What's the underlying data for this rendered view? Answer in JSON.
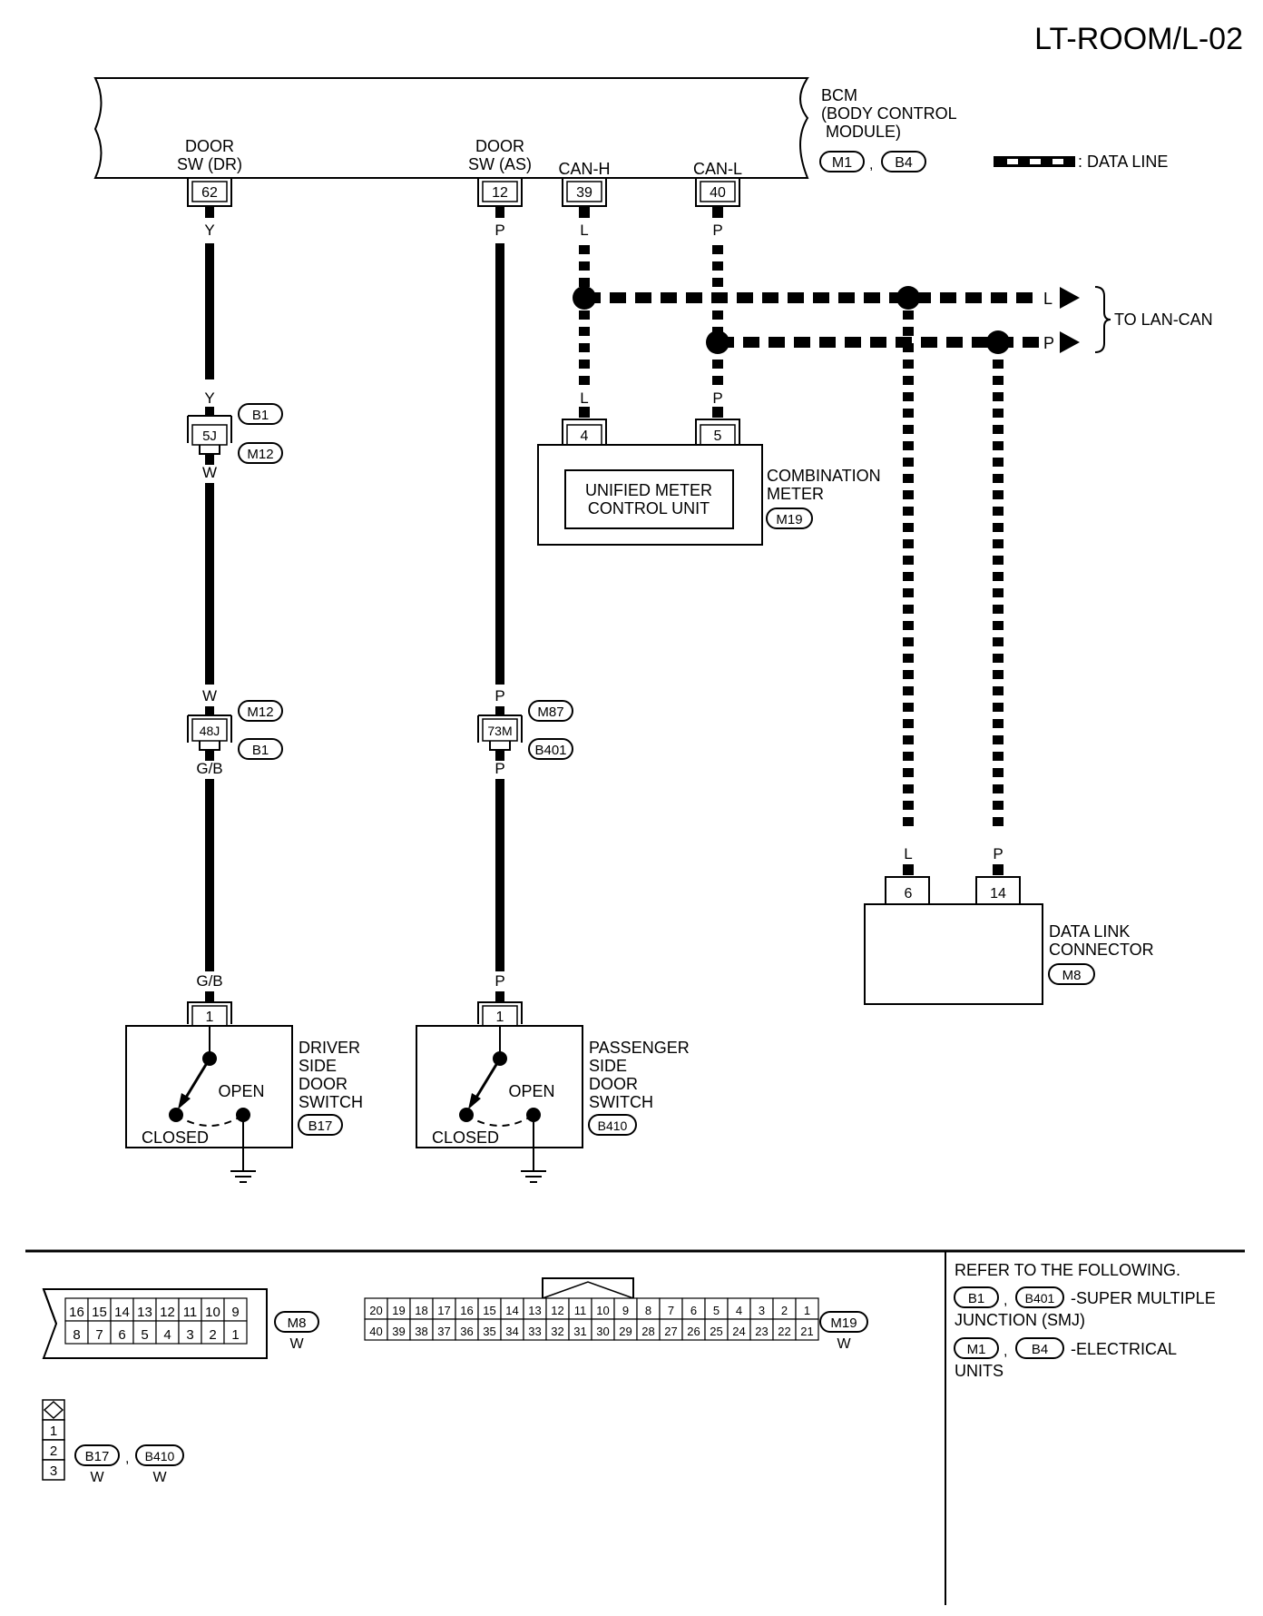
{
  "page_code": "LT-ROOM/L-02",
  "bcm": {
    "name": "BCM",
    "full_name_line1": "(BODY CONTROL",
    "full_name_line2": "MODULE)",
    "connectors": [
      "M1",
      "B4"
    ],
    "terminals": [
      {
        "label_line1": "DOOR",
        "label_line2": "SW (DR)",
        "pin": "62",
        "wire": "Y"
      },
      {
        "label_line1": "DOOR",
        "label_line2": "SW (AS)",
        "pin": "12",
        "wire": "P"
      },
      {
        "label_line1": "",
        "label_line2": "CAN-H",
        "pin": "39",
        "wire": "L"
      },
      {
        "label_line1": "",
        "label_line2": "CAN-L",
        "pin": "40",
        "wire": "P"
      }
    ]
  },
  "legend": {
    "data_line_label": ": DATA LINE"
  },
  "lan": {
    "label": "TO LAN-CAN",
    "wire_l": "L",
    "wire_p": "P"
  },
  "junctions": {
    "j1": {
      "pin": "5J",
      "conn_top": "B1",
      "conn_bottom": "M12",
      "wire_in": "Y",
      "wire_out": "W"
    },
    "j2": {
      "pin": "48J",
      "conn_top": "M12",
      "conn_bottom": "B1",
      "wire_in": "W",
      "wire_out": "G/B"
    },
    "j3": {
      "pin": "73M",
      "conn_top": "M87",
      "conn_bottom": "B401",
      "wire_in": "P",
      "wire_out": "P"
    }
  },
  "combination_meter": {
    "name_line1": "COMBINATION",
    "name_line2": "METER",
    "connector": "M19",
    "inner_line1": "UNIFIED METER",
    "inner_line2": "CONTROL UNIT",
    "pin_h": "4",
    "pin_l": "5",
    "wire_h": "L",
    "wire_l": "P"
  },
  "data_link_connector": {
    "name_line1": "DATA LINK",
    "name_line2": "CONNECTOR",
    "connector": "M8",
    "pin_l": "6",
    "pin_p": "14",
    "wire_l": "L",
    "wire_p": "P"
  },
  "driver_switch": {
    "line1": "DRIVER",
    "line2": "SIDE",
    "line3": "DOOR",
    "line4": "SWITCH",
    "connector": "B17",
    "pin": "1",
    "wire": "G/B",
    "open_label": "OPEN",
    "closed_label": "CLOSED"
  },
  "passenger_switch": {
    "line1": "PASSENGER",
    "line2": "SIDE",
    "line3": "DOOR",
    "line4": "SWITCH",
    "connector": "B410",
    "pin": "1",
    "wire": "P",
    "open_label": "OPEN",
    "closed_label": "CLOSED"
  },
  "connector_faces": {
    "m8": {
      "top_row": [
        "16",
        "15",
        "14",
        "13",
        "12",
        "11",
        "10",
        "9"
      ],
      "bottom_row": [
        "8",
        "7",
        "6",
        "5",
        "4",
        "3",
        "2",
        "1"
      ],
      "id": "M8",
      "color": "W"
    },
    "m19": {
      "top_row": [
        "20",
        "19",
        "18",
        "17",
        "16",
        "15",
        "14",
        "13",
        "12",
        "11",
        "10",
        "9",
        "8",
        "7",
        "6",
        "5",
        "4",
        "3",
        "2",
        "1"
      ],
      "bottom_row": [
        "40",
        "39",
        "38",
        "37",
        "36",
        "35",
        "34",
        "33",
        "32",
        "31",
        "30",
        "29",
        "28",
        "27",
        "26",
        "25",
        "24",
        "23",
        "22",
        "21"
      ],
      "id": "M19",
      "color": "W"
    },
    "switch_face": {
      "pins": [
        "1",
        "2",
        "3"
      ],
      "ids": [
        "B17",
        "B410"
      ],
      "colors": [
        "W",
        "W"
      ]
    }
  },
  "refer": {
    "title": "REFER TO THE FOLLOWING.",
    "smj_codes": [
      "B1",
      "B401"
    ],
    "smj_desc_line1": "-SUPER MULTIPLE",
    "smj_desc_line2": "JUNCTION (SMJ)",
    "eu_codes": [
      "M1",
      "B4"
    ],
    "eu_desc_line1": "-ELECTRICAL",
    "eu_desc_line2": "UNITS"
  }
}
